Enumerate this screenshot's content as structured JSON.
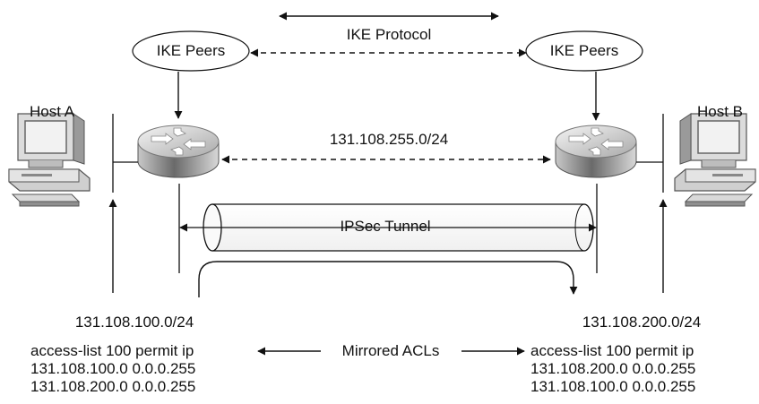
{
  "labels": {
    "ike_protocol": "IKE Protocol",
    "ike_peers_left": "IKE Peers",
    "ike_peers_right": "IKE Peers",
    "host_a": "Host A",
    "host_b": "Host B",
    "transit_network": "131.108.255.0/24",
    "ipsec_tunnel": "IPSec Tunnel",
    "subnet_a": "131.108.100.0/24",
    "subnet_b": "131.108.200.0/24",
    "mirrored_acls": "Mirrored ACLs"
  },
  "acl_left": {
    "line1": "access-list 100 permit ip",
    "line2": "131.108.100.0 0.0.0.255",
    "line3": "131.108.200.0 0.0.0.255"
  },
  "acl_right": {
    "line1": "access-list 100 permit ip",
    "line2": "131.108.200.0 0.0.0.255",
    "line3": "131.108.100.0 0.0.0.255"
  },
  "icons": [
    "router-icon",
    "host-computer-icon"
  ]
}
